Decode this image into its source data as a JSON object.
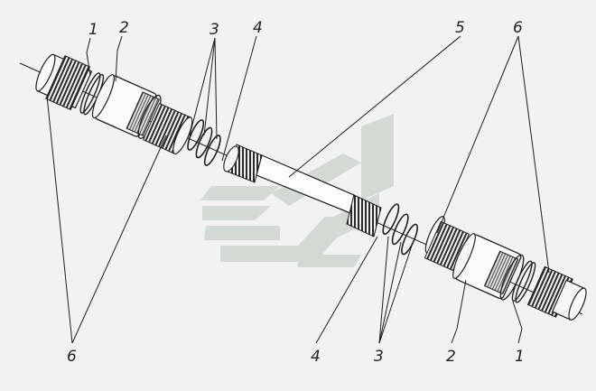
{
  "labels": {
    "top": [
      "1",
      "2",
      "3",
      "4",
      "5",
      "6"
    ],
    "bottom": [
      "6",
      "4",
      "3",
      "2",
      "1"
    ]
  },
  "colors": {
    "background": "#f2f2f2",
    "line": "#1e1e1e",
    "watermark": "#d3d8d4"
  }
}
